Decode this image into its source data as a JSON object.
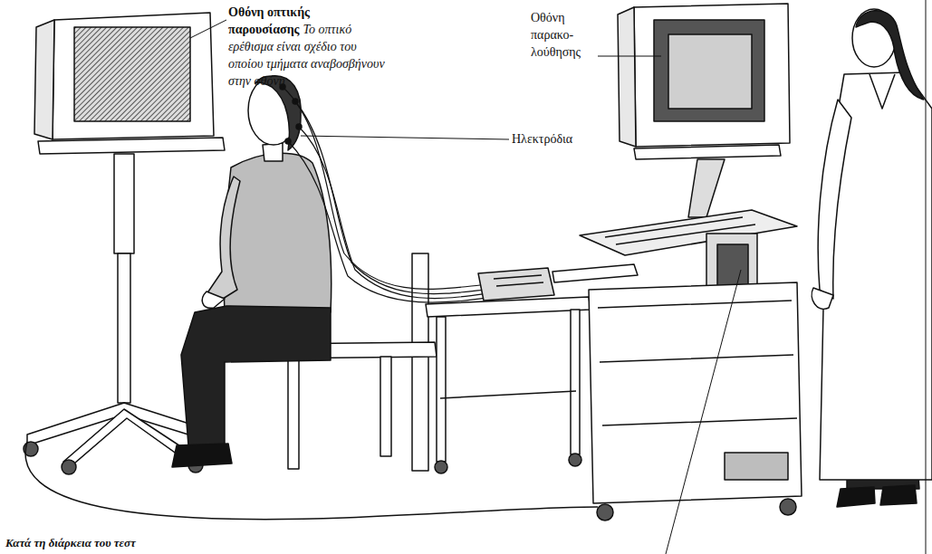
{
  "diagram": {
    "labels": [
      "Οθόνη οπτικής παρουσίασης",
      "Το οπτικό ερέθισμα είναι σχέδιο του οποίου τμήματα αναβοσβήνουν στην οθόνη",
      "Οθόνη παρακο- λούθησης",
      "Ηλεκτρόδια",
      "Κατά τη διάρκεια του τεστ"
    ]
  }
}
